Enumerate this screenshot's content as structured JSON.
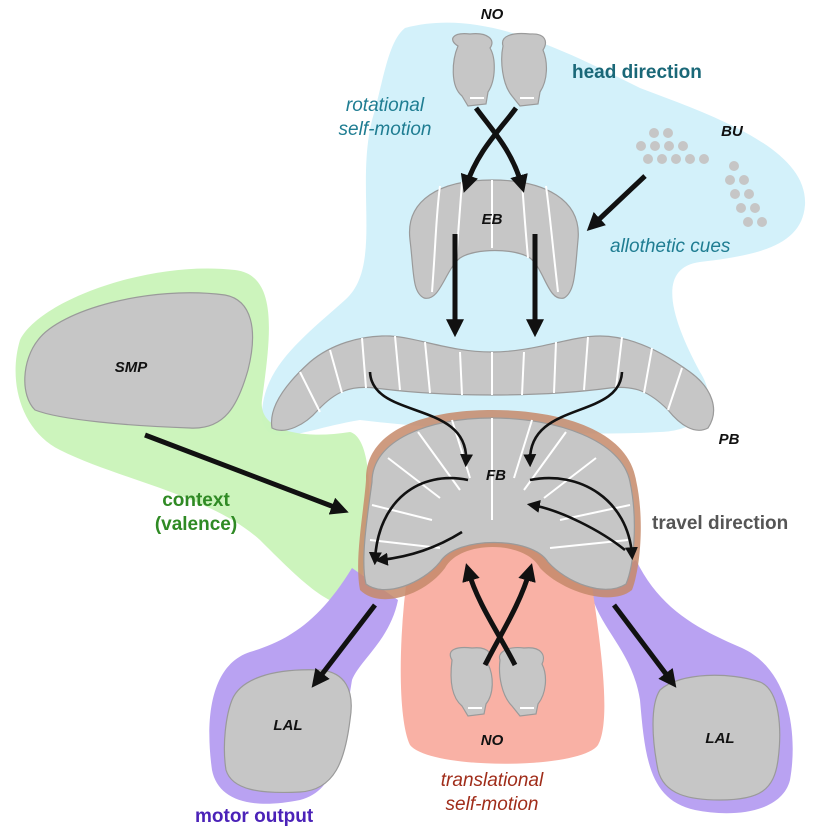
{
  "regions": {
    "no_top": "NO",
    "bu": "BU",
    "eb": "EB",
    "smp": "SMP",
    "pb": "PB",
    "fb": "FB",
    "lal_left": "LAL",
    "lal_right": "LAL",
    "no_bottom": "NO"
  },
  "annotations": {
    "head_direction": "head direction",
    "rotational_line1": "rotational",
    "rotational_line2": "self-motion",
    "allothetic_cues": "allothetic cues",
    "context_line1": "context",
    "context_line2": "(valence)",
    "travel_direction": "travel direction",
    "translational_line1": "translational",
    "translational_line2": "self-motion",
    "motor_output": "motor output"
  },
  "colors": {
    "head_direction": "#1a6878",
    "head_direction_zone": "#d3f1fa",
    "rotational_text": "#1f7d92",
    "context": "#2f8a24",
    "context_zone": "#c9f3b8",
    "travel_direction": "#555555",
    "translational": "#a02d1a",
    "translational_zone": "#f9b1a5",
    "motor_output": "#4b22b8",
    "motor_zone": "#b9a2f2",
    "neuropil": "#c6c6c6",
    "arrow": "#111111"
  }
}
